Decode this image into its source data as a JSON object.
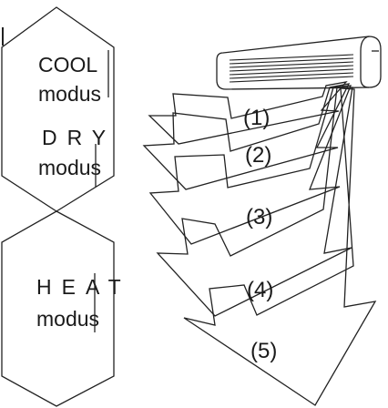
{
  "modes": {
    "cool_line1": "COOL",
    "cool_line2": "modus",
    "dry_line1": "DRY",
    "dry_line2": "modus",
    "heat_line1": "HEAT",
    "heat_line2": "modus"
  },
  "positions": [
    "(1)",
    "(2)",
    "(3)",
    "(4)",
    "(5)"
  ]
}
